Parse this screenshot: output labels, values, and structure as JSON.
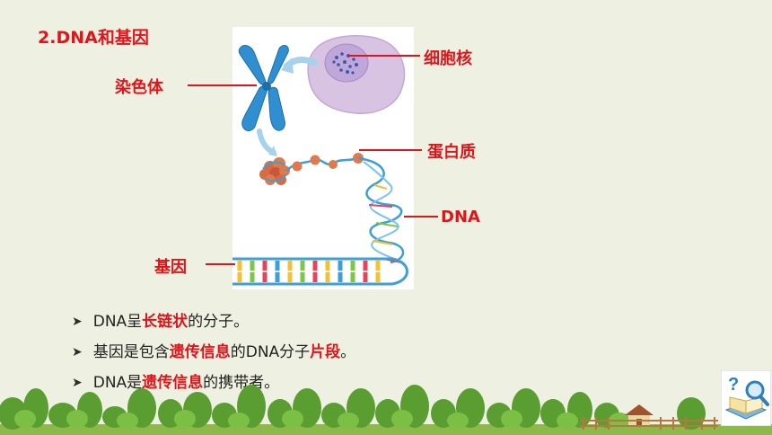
{
  "title": "2.DNA和基因",
  "labels": {
    "chromosome": "染色体",
    "nucleus": "细胞核",
    "protein": "蛋白质",
    "dna": "DNA",
    "gene": "基因"
  },
  "bullets": [
    {
      "parts": [
        {
          "t": "DNA呈",
          "hl": false
        },
        {
          "t": "长链状",
          "hl": true
        },
        {
          "t": "的分子。",
          "hl": false
        }
      ]
    },
    {
      "parts": [
        {
          "t": "基因是包含",
          "hl": false
        },
        {
          "t": "遗传信息",
          "hl": true
        },
        {
          "t": "的DNA分子",
          "hl": false
        },
        {
          "t": "片段",
          "hl": true
        },
        {
          "t": "。",
          "hl": false
        }
      ]
    },
    {
      "parts": [
        {
          "t": "DNA是",
          "hl": false
        },
        {
          "t": "遗传信息",
          "hl": true
        },
        {
          "t": "的携带者。",
          "hl": false
        }
      ]
    }
  ],
  "colors": {
    "accent": "#e0141a",
    "background": "#eef1e1",
    "dna_blue": "#3d9fd6"
  },
  "icons": {
    "bullet": "arrow-bullet-icon",
    "help": "question-magnifier-icon"
  }
}
